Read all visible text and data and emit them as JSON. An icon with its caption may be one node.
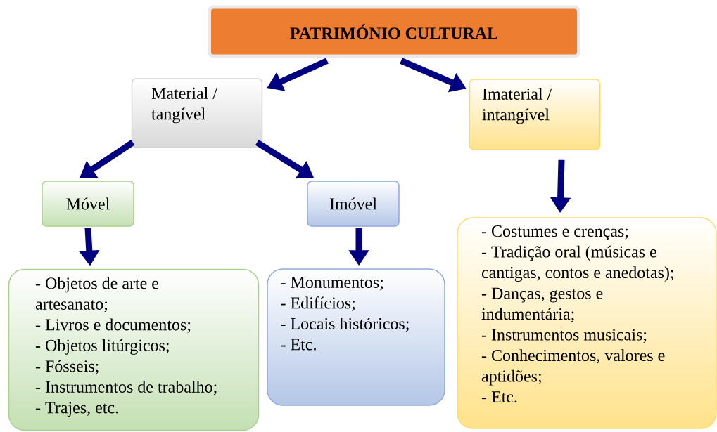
{
  "diagram": {
    "nodes": [
      {
        "text": [
          "PATRIMÓNIO CULTURAL"
        ]
      },
      {
        "text": [
          "Material / tangível"
        ]
      },
      {
        "text": [
          "Imaterial / intangível"
        ]
      },
      {
        "text": [
          "Móvel"
        ]
      },
      {
        "text": [
          "Imóvel"
        ]
      },
      {
        "text": [
          "- Objetos de arte e artesanato;",
          "- Livros e documentos;",
          "- Objetos litúrgicos;",
          "- Fósseis;",
          "- Instrumentos de trabalho;",
          "- Trajes, etc."
        ]
      },
      {
        "text": [
          "- Monumentos;",
          "- Edifícios;",
          "- Locais históricos;",
          "- Etc."
        ]
      },
      {
        "text": [
          "- Costumes e crenças;",
          "- Tradição oral (músicas e cantigas, contos e anedotas);",
          "- Danças, gestos e indumentária;",
          "- Instrumentos musicais;",
          "- Conhecimentos, valores e aptidões;",
          "- Etc."
        ]
      }
    ],
    "edges": [
      {
        "from": 0,
        "to": 1,
        "arrow": "to"
      },
      {
        "from": 0,
        "to": 2,
        "arrow": "to"
      },
      {
        "from": 1,
        "to": 3,
        "arrow": "to"
      },
      {
        "from": 1,
        "to": 4,
        "arrow": "to"
      },
      {
        "from": 3,
        "to": 5,
        "arrow": "to"
      },
      {
        "from": 4,
        "to": 6,
        "arrow": "to"
      },
      {
        "from": 2,
        "to": 7,
        "arrow": "to"
      }
    ]
  }
}
